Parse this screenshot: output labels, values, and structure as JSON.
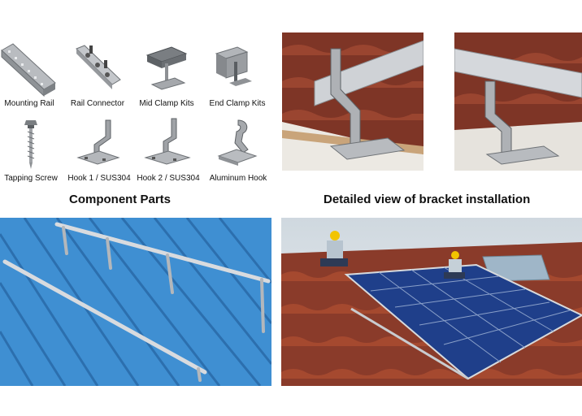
{
  "components": {
    "heading": "Component Parts",
    "items": [
      {
        "label": "Mounting Rail",
        "icon": "mounting-rail-icon"
      },
      {
        "label": "Rail Connector",
        "icon": "rail-connector-icon"
      },
      {
        "label": "Mid Clamp Kits",
        "icon": "mid-clamp-icon"
      },
      {
        "label": "End Clamp Kits",
        "icon": "end-clamp-icon"
      },
      {
        "label": "Tapping Screw",
        "icon": "tapping-screw-icon"
      },
      {
        "label": "Hook 1 / SUS304",
        "icon": "hook-1-icon"
      },
      {
        "label": "Hook 2 / SUS304",
        "icon": "hook-2-icon"
      },
      {
        "label": "Aluminum Hook",
        "icon": "aluminum-hook-icon"
      }
    ]
  },
  "bracket": {
    "heading": "Detailed view of bracket installation"
  },
  "colors": {
    "roof_tile": "#8a3b2a",
    "metal_roof": "#3d8fd0",
    "aluminum": "#c9ccd0",
    "solar_panel": "#1f3f8a"
  }
}
